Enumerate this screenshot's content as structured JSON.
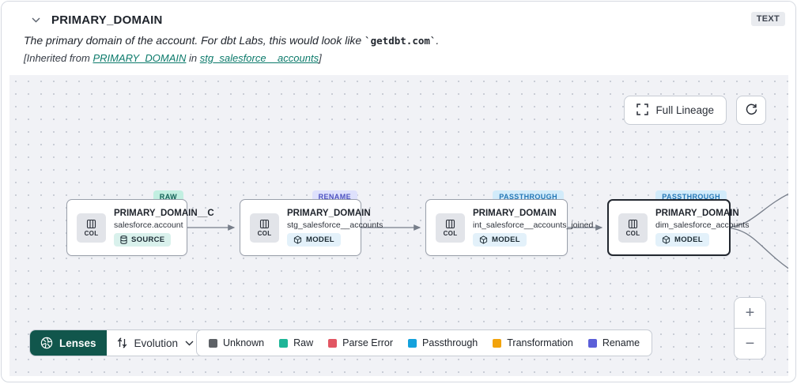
{
  "header": {
    "title": "PRIMARY_DOMAIN",
    "type_badge": "TEXT",
    "description_prefix": "The primary domain of the account. For dbt Labs, this would look like ",
    "description_code": "`getdbt.com`",
    "description_suffix": ".",
    "inherited_prefix": "[Inherited from ",
    "inherited_link_column": "PRIMARY_DOMAIN",
    "inherited_middle": " in ",
    "inherited_link_model": "stg_salesforce__accounts",
    "inherited_suffix": "]"
  },
  "canvas": {
    "controls": {
      "full_lineage_label": "Full Lineage",
      "zoom_in_label": "+",
      "zoom_out_label": "−"
    },
    "nodes": [
      {
        "tag": "RAW",
        "title": "PRIMARY_DOMAIN__C",
        "subtitle": "salesforce.account",
        "resource": "SOURCE",
        "col_label": "COL",
        "selected": false
      },
      {
        "tag": "RENAME",
        "title": "PRIMARY_DOMAIN",
        "subtitle": "stg_salesforce__accounts",
        "resource": "MODEL",
        "col_label": "COL",
        "selected": false
      },
      {
        "tag": "PASSTHROUGH",
        "title": "PRIMARY_DOMAIN",
        "subtitle": "int_salesforce__accounts_joined",
        "resource": "MODEL",
        "col_label": "COL",
        "selected": false
      },
      {
        "tag": "PASSTHROUGH",
        "title": "PRIMARY_DOMAIN",
        "subtitle": "dim_salesforce_accounts",
        "resource": "MODEL",
        "col_label": "COL",
        "selected": true
      }
    ]
  },
  "footer": {
    "lenses_label": "Lenses",
    "lens_selected": "Evolution",
    "legend": [
      {
        "label": "Unknown",
        "color": "#5d6166"
      },
      {
        "label": "Raw",
        "color": "#1db597"
      },
      {
        "label": "Parse Error",
        "color": "#e25663"
      },
      {
        "label": "Passthrough",
        "color": "#14a1dc"
      },
      {
        "label": "Transformation",
        "color": "#f2a30c"
      },
      {
        "label": "Rename",
        "color": "#5b5fd8"
      }
    ]
  }
}
